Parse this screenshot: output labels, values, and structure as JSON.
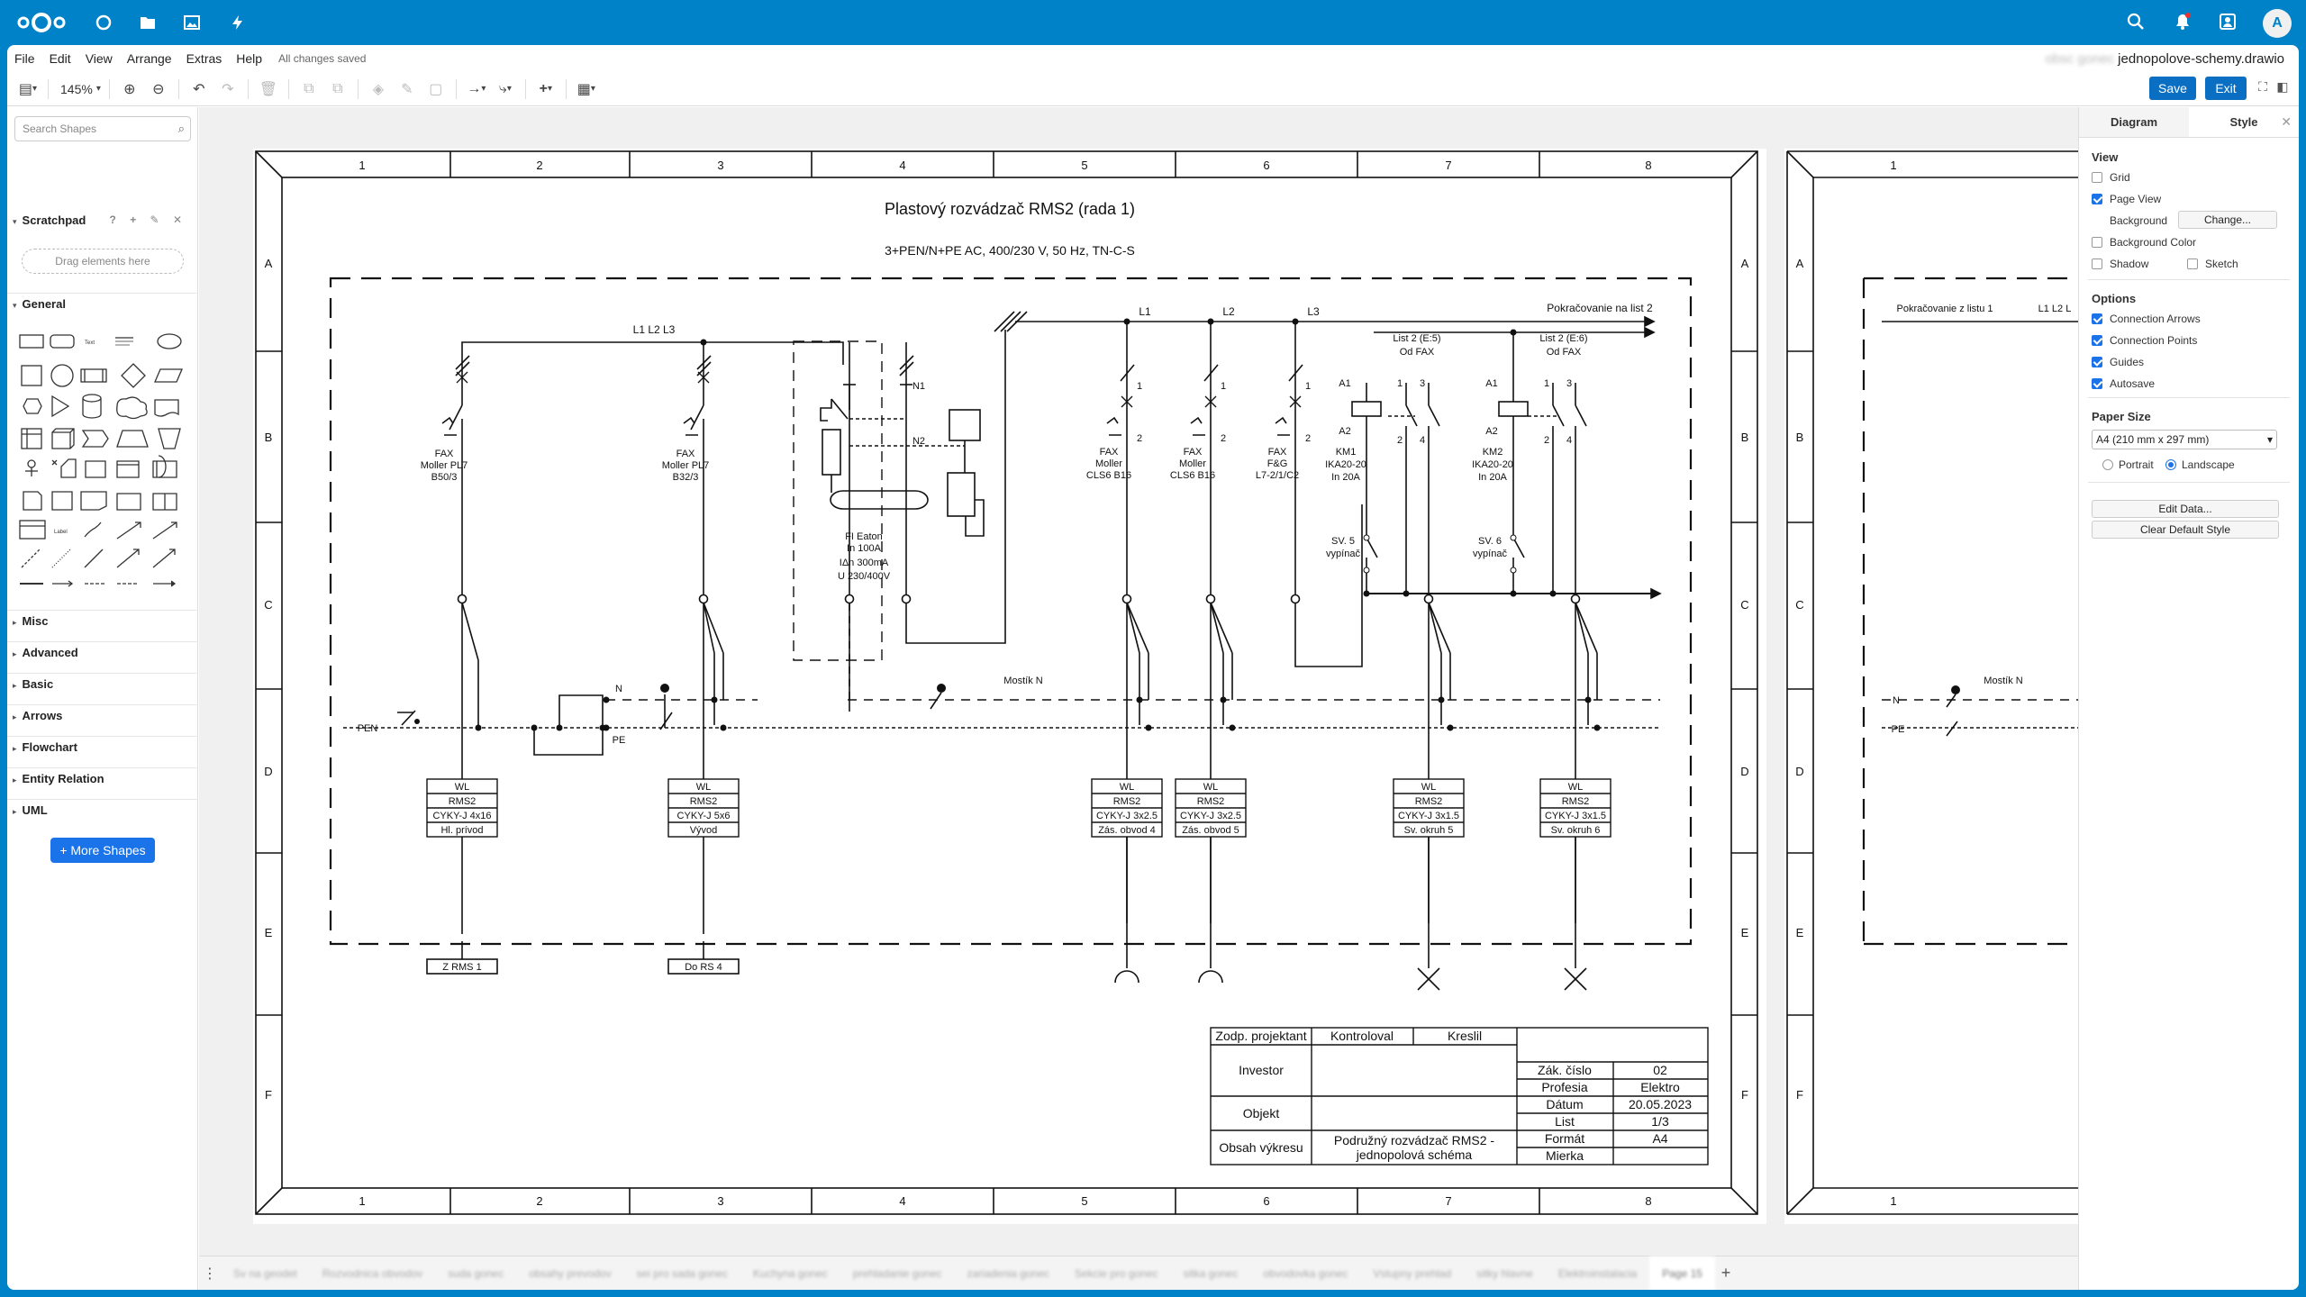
{
  "header": {
    "avatar_letter": "A",
    "apps": [
      "dashboard-icon",
      "files-icon",
      "photos-icon",
      "activity-icon"
    ],
    "right_icons": [
      "search-icon",
      "notifications-icon",
      "contacts-icon"
    ]
  },
  "menubar": {
    "items": [
      "File",
      "Edit",
      "View",
      "Arrange",
      "Extras",
      "Help"
    ],
    "saved_status": "All changes saved",
    "doc_title_blurred": "obsc gonec",
    "doc_title": "jednopolove-schemy.drawio"
  },
  "toolbar": {
    "zoom": "145%",
    "save_label": "Save",
    "exit_label": "Exit"
  },
  "sidebar": {
    "search_placeholder": "Search Shapes",
    "scratchpad": "Scratchpad",
    "drag_hint": "Drag elements here",
    "general": "General",
    "sections": [
      "Misc",
      "Advanced",
      "Basic",
      "Arrows",
      "Flowchart",
      "Entity Relation",
      "UML"
    ],
    "more_shapes": "More Shapes"
  },
  "format_panel": {
    "tabs": [
      "Diagram",
      "Style"
    ],
    "view_title": "View",
    "grid": "Grid",
    "page_view": "Page View",
    "background": "Background",
    "change": "Change...",
    "background_color": "Background Color",
    "shadow": "Shadow",
    "sketch": "Sketch",
    "options_title": "Options",
    "connection_arrows": "Connection Arrows",
    "connection_points": "Connection Points",
    "guides": "Guides",
    "autosave": "Autosave",
    "paper_size_title": "Paper Size",
    "paper_size": "A4 (210 mm x 297 mm)",
    "portrait": "Portrait",
    "landscape": "Landscape",
    "edit_data": "Edit Data...",
    "clear_default_style": "Clear Default Style"
  },
  "diagram": {
    "title": "Plastový rozvádzač RMS2 (rada 1)",
    "supply": "3+PEN/N+PE AC, 400/230 V, 50 Hz, TN-C-S",
    "bus_label": "L1 L2 L3",
    "continue_to": "Pokračovanie na list 2",
    "col_numbers": [
      "1",
      "2",
      "3",
      "4",
      "5",
      "6",
      "7",
      "8"
    ],
    "row_letters": [
      "A",
      "B",
      "C",
      "D",
      "E",
      "F"
    ],
    "phases": [
      "L1",
      "L2",
      "L3"
    ],
    "breakers": [
      {
        "l1": "FAX",
        "l2": "Moller PL7",
        "l3": "B50/3"
      },
      {
        "l1": "FAX",
        "l2": "Moller PL7",
        "l3": "B32/3"
      },
      {
        "l1": "FAX",
        "l2": "Moller",
        "l3": "CLS6 B16"
      },
      {
        "l1": "FAX",
        "l2": "Moller",
        "l3": "CLS6 B16"
      },
      {
        "l1": "FAX",
        "l2": "F&G",
        "l3": "L7-2/1/C2"
      }
    ],
    "rcd": {
      "l1": "FI Eaton",
      "l2": "In 100A",
      "l3": "IΔn 300mA",
      "l4": "U 230/400V",
      "n1": "N1",
      "n2": "N2"
    },
    "contactors": [
      {
        "l1": "KM1",
        "l2": "IKA20-20",
        "l3": "In 20A",
        "a1": "A1",
        "a2": "A2",
        "src1": "List 2 (E:5)",
        "src2": "Od FAX"
      },
      {
        "l1": "KM2",
        "l2": "IKA20-20",
        "l3": "In 20A",
        "a1": "A1",
        "a2": "A2",
        "src1": "List 2 (E:6)",
        "src2": "Od FAX"
      }
    ],
    "switches": [
      {
        "l1": "SV. 5",
        "l2": "vypínač"
      },
      {
        "l1": "SV. 6",
        "l2": "vypínač"
      }
    ],
    "contact_nums": [
      "1",
      "3",
      "2",
      "4"
    ],
    "pen": "PEN",
    "n": "N",
    "pe": "PE",
    "mostik": "Mostík N",
    "cables": [
      {
        "a": "WL",
        "b": "RMS2",
        "c": "CYKY-J 4x16",
        "d": "Hl. prívod"
      },
      {
        "a": "WL",
        "b": "RMS2",
        "c": "CYKY-J 5x6",
        "d": "Vývod"
      },
      {
        "a": "WL",
        "b": "RMS2",
        "c": "CYKY-J 3x2.5",
        "d": "Zás. obvod 4"
      },
      {
        "a": "WL",
        "b": "RMS2",
        "c": "CYKY-J 3x2.5",
        "d": "Zás. obvod 5"
      },
      {
        "a": "WL",
        "b": "RMS2",
        "c": "CYKY-J 3x1.5",
        "d": "Sv. okruh 5"
      },
      {
        "a": "WL",
        "b": "RMS2",
        "c": "CYKY-J 3x1.5",
        "d": "Sv. okruh 6"
      }
    ],
    "terminals": [
      "Z RMS 1",
      "Do RS 4"
    ],
    "titleblock": {
      "zodp": "Zodp. projektant",
      "kontroloval": "Kontroloval",
      "kreslil": "Kreslil",
      "investor": "Investor",
      "objekt": "Objekt",
      "obsah": "Obsah výkresu",
      "obsah_val1": "Podružný rozvádzač RMS2 -",
      "obsah_val2": "jednopolová schéma",
      "rows": [
        {
          "k": "Zák. číslo",
          "v": "02"
        },
        {
          "k": "Profesia",
          "v": "Elektro"
        },
        {
          "k": "Dátum",
          "v": "20.05.2023"
        },
        {
          "k": "List",
          "v": "1/3"
        },
        {
          "k": "Formát",
          "v": "A4"
        },
        {
          "k": "Mierka",
          "v": ""
        }
      ]
    },
    "page2": {
      "col1": "1",
      "rows": [
        "A",
        "B",
        "C",
        "D",
        "E",
        "F"
      ],
      "continue_from": "Pokračovanie z listu 1",
      "bus_label": "L1 L2 L",
      "n": "N",
      "pe": "PE",
      "mostik": "Mostík N"
    }
  },
  "page_tabs": {
    "blurred": [
      "Sv na geodet",
      "Rozvodnica obvodov",
      "suda gonec",
      "obsahy prevodov",
      "sei pro sada gonec",
      "Kuchyna gonec",
      "prehladanie gonec",
      "zariadenia gonec",
      "Sekcie pro gonec",
      "sitka gonec",
      "obvodovka gonec",
      "Vstupny prehlad",
      "sitky hlavne",
      "Elektroinstalacia"
    ],
    "active": "Page 15"
  }
}
